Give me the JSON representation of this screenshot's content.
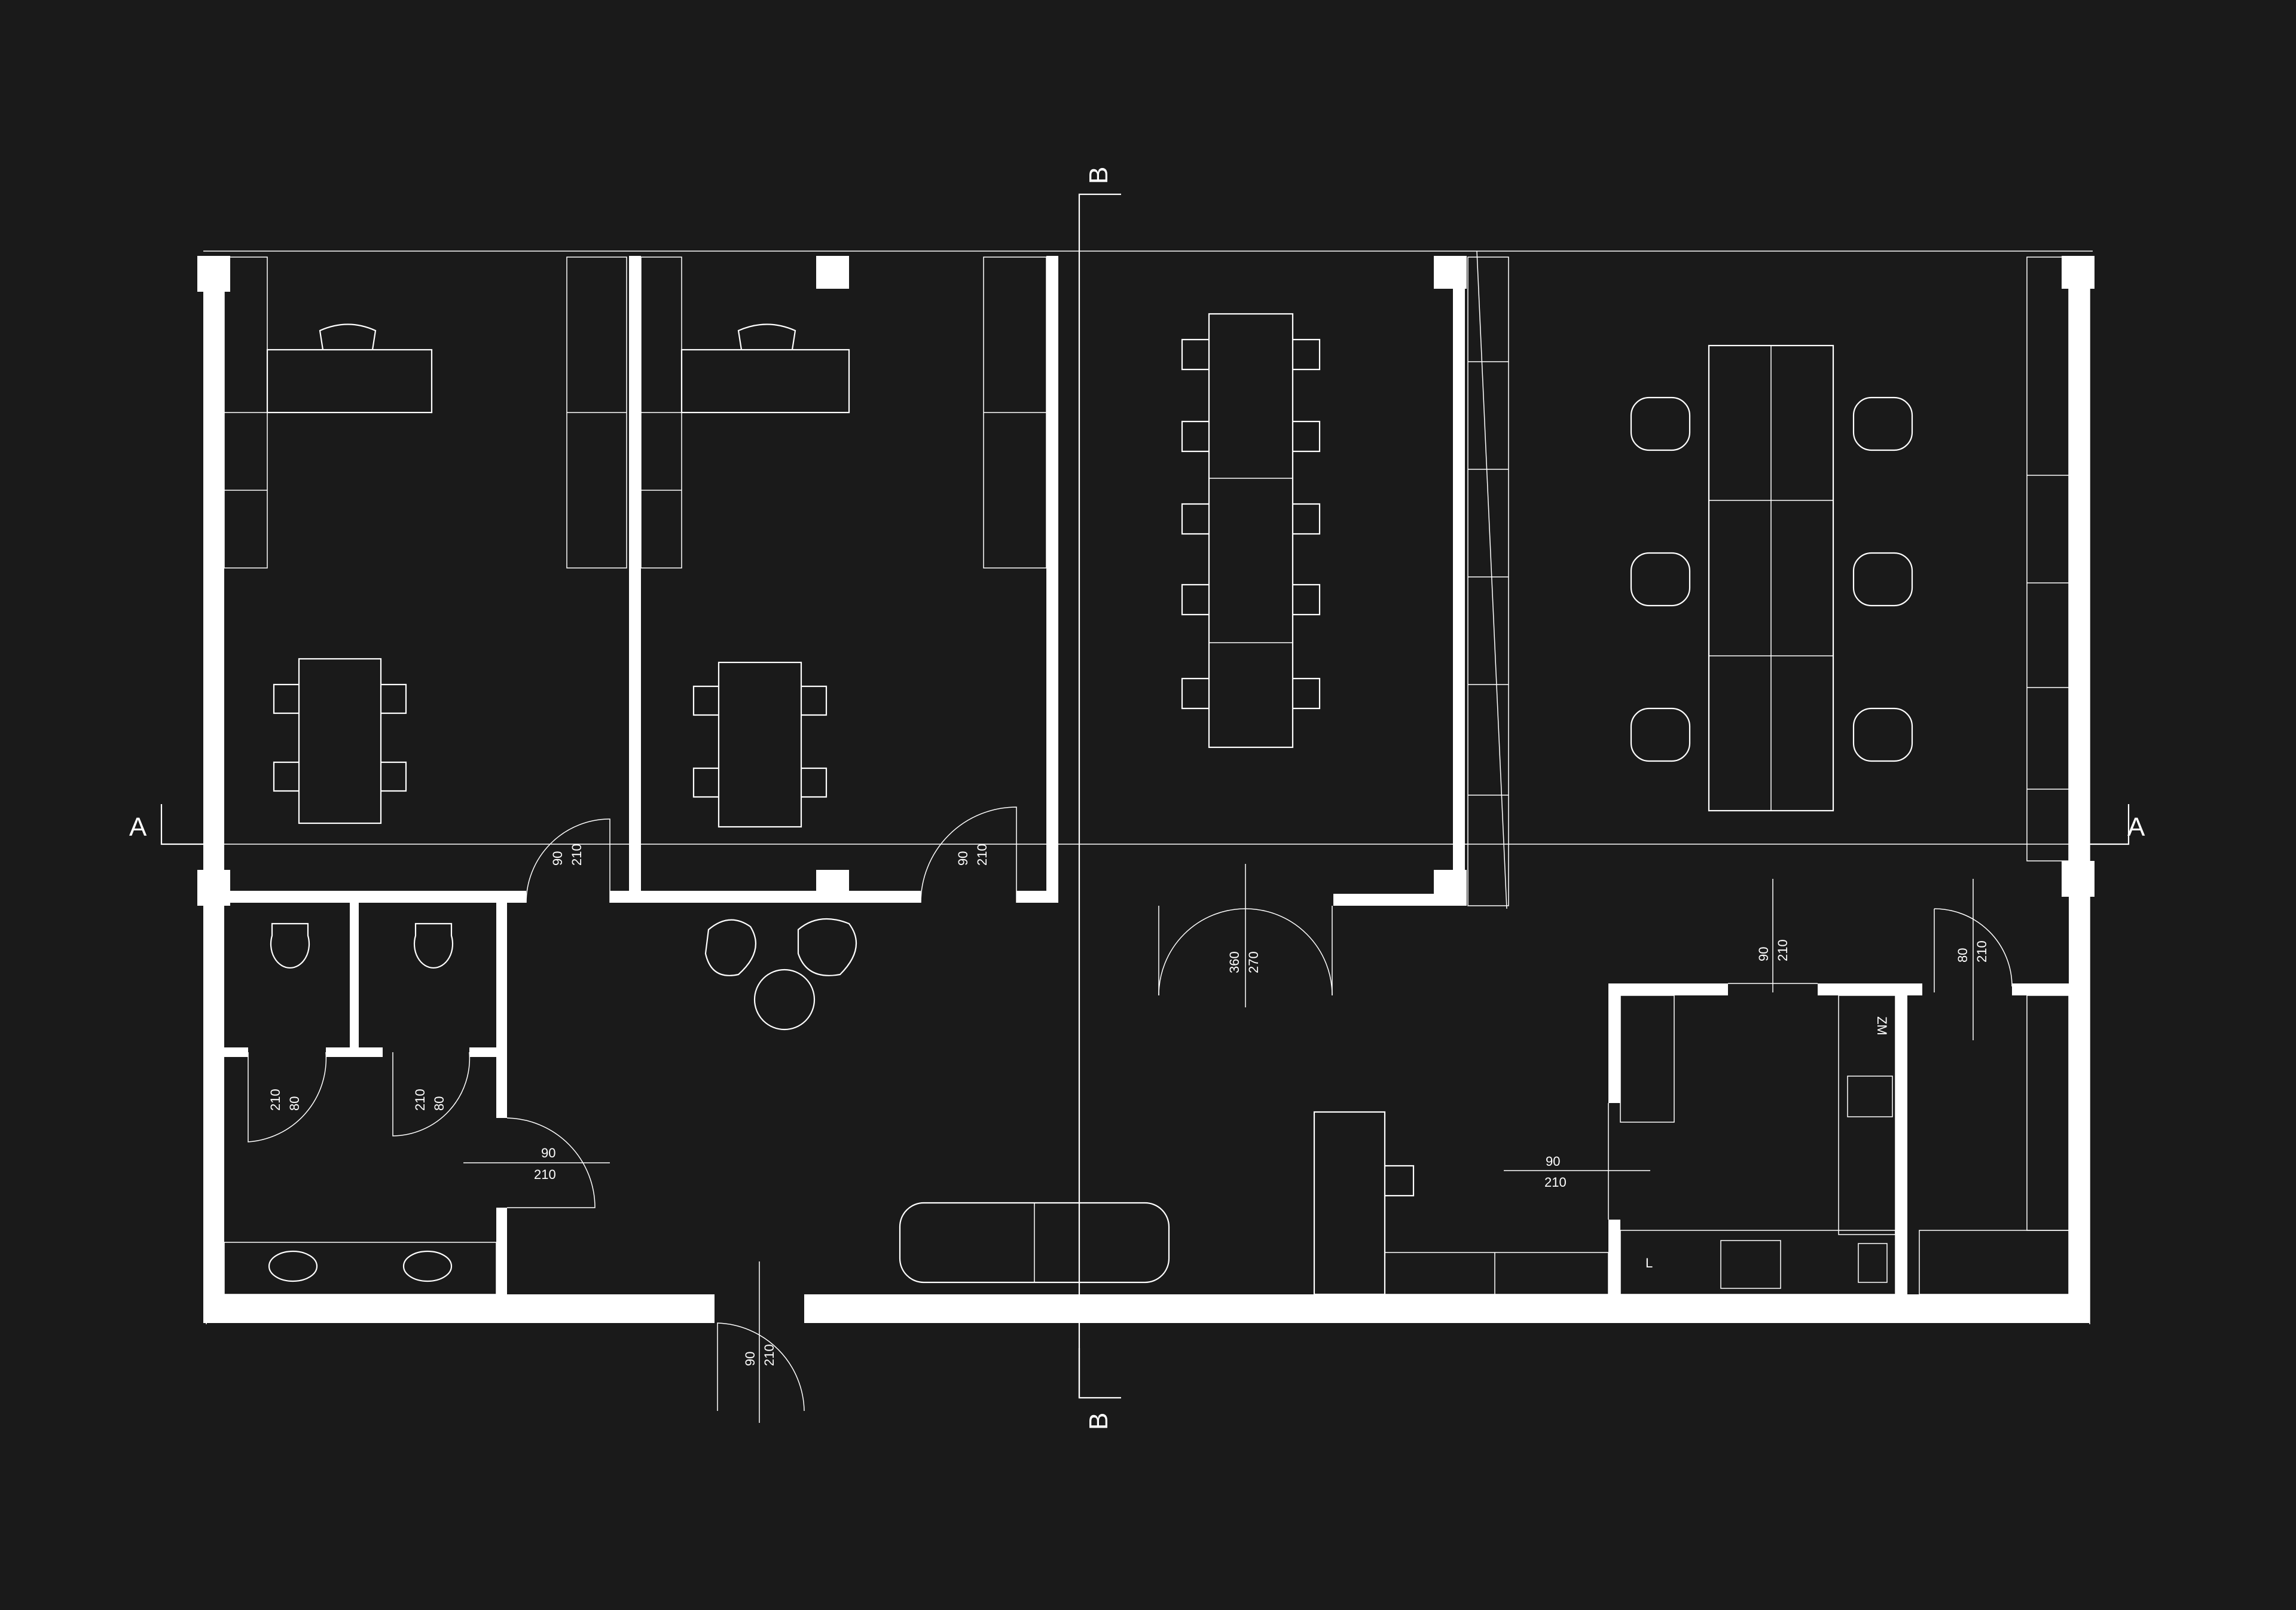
{
  "colors": {
    "background": "#1a1a1a",
    "lines": "#ffffff"
  },
  "section_marks": {
    "a_left": "A",
    "a_right": "A",
    "b_top": "B",
    "b_bottom": "B"
  },
  "doors": {
    "office1": {
      "width": "90",
      "height": "210"
    },
    "office2": {
      "width": "90",
      "height": "210"
    },
    "conference": {
      "width": "360",
      "height": "270"
    },
    "wc1": {
      "width": "80",
      "height": "210"
    },
    "wc2": {
      "width": "80",
      "height": "210"
    },
    "washroom": {
      "width": "90",
      "height": "210"
    },
    "entrance": {
      "width": "90",
      "height": "210"
    },
    "kitchen": {
      "width": "90",
      "height": "210"
    },
    "reception": {
      "width": "90",
      "height": "210"
    },
    "storage": {
      "width": "80",
      "height": "210"
    }
  },
  "labels": {
    "fridge": "ZM",
    "washer": "L"
  }
}
